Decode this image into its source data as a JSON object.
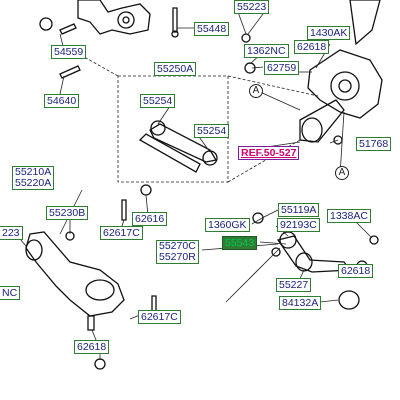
{
  "labels": {
    "p55223_top": "55223",
    "p55448": "55448",
    "p54559": "54559",
    "p1430AK": "1430AK",
    "p1362NC": "1362NC",
    "p62618_top": "62618",
    "p62759": "62759",
    "p54640": "54640",
    "p55250A": "55250A",
    "p55254_a": "55254",
    "p55254_b": "55254",
    "ref": "REF.50-527",
    "p51768": "51768",
    "p55210A": "55210A",
    "p55220A": "55220A",
    "p55230B": "55230B",
    "p55223_left": "223",
    "p62616": "62616",
    "p62617C_a": "62617C",
    "p55119A": "55119A",
    "p1360GK": "1360GK",
    "p92193C": "92193C",
    "p1338AC": "1338AC",
    "p55270C": "55270C",
    "p55270R": "55270R",
    "p55543": "55543",
    "p62618_right": "62618",
    "p55227": "55227",
    "p84132A": "84132A",
    "p62617C_b": "62617C",
    "p62618_bottom": "62618",
    "pNC_left": "NC"
  },
  "callouts": [
    "A",
    "A"
  ],
  "colors": {
    "label_text": "#1a237e",
    "label_border": "#2e7d32",
    "highlight_fill": "#2e7d32",
    "highlight_text": "#00c853",
    "ref_text": "#d0006f"
  }
}
